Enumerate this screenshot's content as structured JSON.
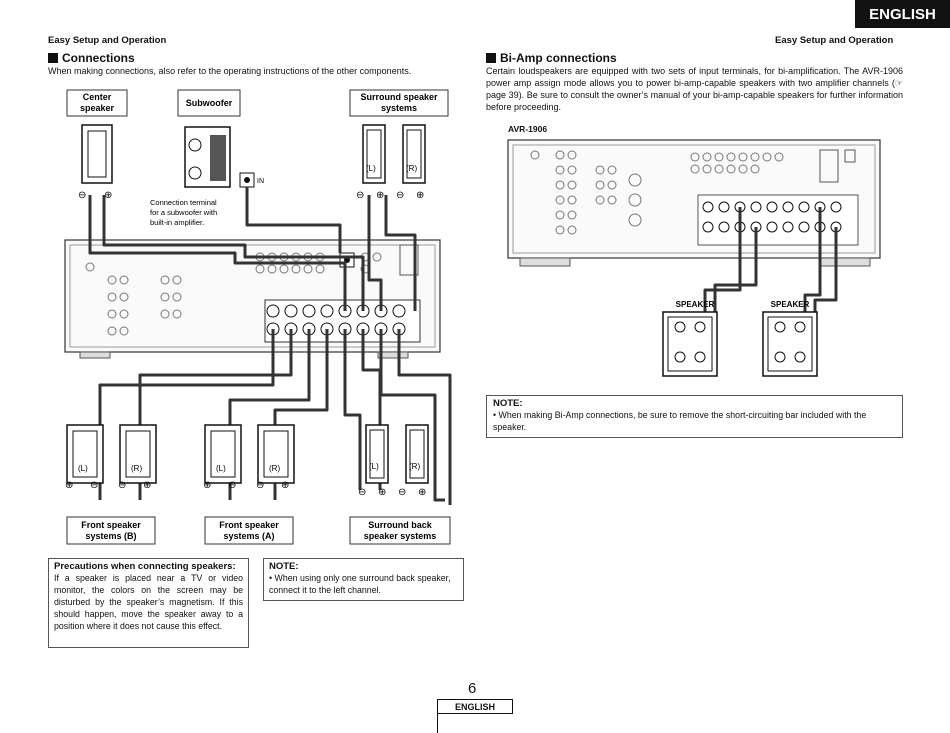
{
  "header": {
    "left_label": "Easy Setup and Operation",
    "right_label": "Easy Setup and Operation",
    "lang_tab": "ENGLISH"
  },
  "connections": {
    "title": "Connections",
    "intro": "When making connections, also refer to the operating instructions of the other components.",
    "labels": {
      "center": "Center\nspeaker",
      "subwoofer": "Subwoofer",
      "surround": "Surround speaker\nsystems",
      "front_b": "Front speaker\nsystems (B)",
      "front_a": "Front speaker\nsystems (A)",
      "surround_back": "Surround back\nspeaker systems",
      "sub_note": "Connection terminal\nfor a subwoofer with\nbuilt-in amplifier.",
      "in": "IN",
      "L": "(L)",
      "R": "(R)"
    },
    "precautions": {
      "title": "Precautions when connecting speakers:",
      "text": "If a speaker is placed near a TV or video monitor, the colors on the screen may be disturbed by the speaker’s magnetism. If this should happen, move the speaker away to a position where it does not cause this effect."
    },
    "note": {
      "title": "NOTE:",
      "text": "• When using only one surround back speaker, connect it to the left channel."
    }
  },
  "biamp": {
    "title": "Bi-Amp connections",
    "intro": "Certain loudspeakers are equipped with two sets of input terminals, for bi-amplification. The AVR-1906 power amp assign mode allows you to power bi-amp-capable speakers with two amplifier channels (☞ page 39). Be sure to consult the owner’s manual of your bi-amp-capable speakers for further information before proceeding.",
    "model": "AVR-1906",
    "speaker_label": "SPEAKER",
    "note": {
      "title": "NOTE:",
      "text": "• When making Bi-Amp connections, be sure to remove the short-circuiting bar included with the speaker."
    }
  },
  "footer": {
    "page_number": "6",
    "lang": "ENGLISH"
  }
}
